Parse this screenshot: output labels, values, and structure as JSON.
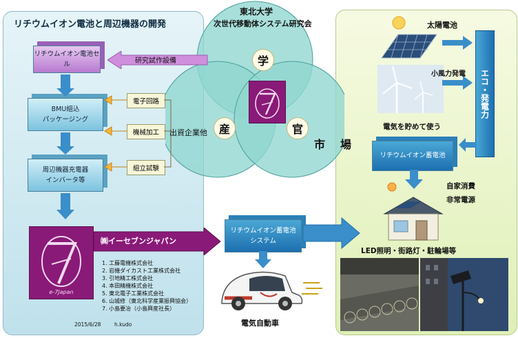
{
  "header": {
    "university": "東北大学",
    "society": "次世代移動体システム研究会"
  },
  "left_panel": {
    "title": "リチウムイオン電池と周辺機器の開発",
    "box_cell": "リチウムイオン電池セル",
    "box_bmu_line1": "BMU組込",
    "box_bmu_line2": "パッケージング",
    "box_peripheral_line1": "周辺機器充電器",
    "box_peripheral_line2": "インバータ等",
    "arrow_research": "研究試作設備",
    "arrow_electronics": "電子回路",
    "arrow_machining": "機械加工",
    "arrow_assembly": "組立試験",
    "investors": "出資企業他",
    "company": "㈱イーセブンジャパン",
    "logo_caption": "e-7Japan",
    "companies": [
      "1. 工藤電機株式会社",
      "2. 岩機ダイカスト工業株式会社",
      "3. 引地精工株式会社",
      "4. 本田精機株式会社",
      "5. 東北電子工業株式会社",
      "6. 山城修（東北科学産業振興協会）",
      "7. 小島要冶（小島興産社長）"
    ],
    "footer_date": "2015/6/28",
    "footer_author": "h.kudo"
  },
  "venn": {
    "academia": "学",
    "industry": "産",
    "government": "官",
    "market_1": "市",
    "market_2": "場"
  },
  "center": {
    "storage_system_line1": "リチウムイオン蓄電池",
    "storage_system_line2": "システム",
    "ev": "電気自動車"
  },
  "right_panel": {
    "solar": "太陽電池",
    "wind": "小風力発電",
    "eco_power": "エコ・発電力",
    "store_power": "電気を貯めて使う",
    "storage_battery": "リチウムイオン蓄電池",
    "self_consumption": "自家消費",
    "emergency_power": "非常電源",
    "applications": "LED照明・街路灯・駐輪場等"
  }
}
